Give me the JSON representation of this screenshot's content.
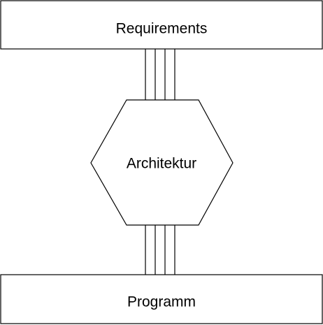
{
  "diagram": {
    "top_box": {
      "label": "Requirements"
    },
    "center_hexagon": {
      "label": "Architektur"
    },
    "bottom_box": {
      "label": "Programm"
    }
  },
  "colors": {
    "stroke": "#000000",
    "fill": "#ffffff"
  }
}
